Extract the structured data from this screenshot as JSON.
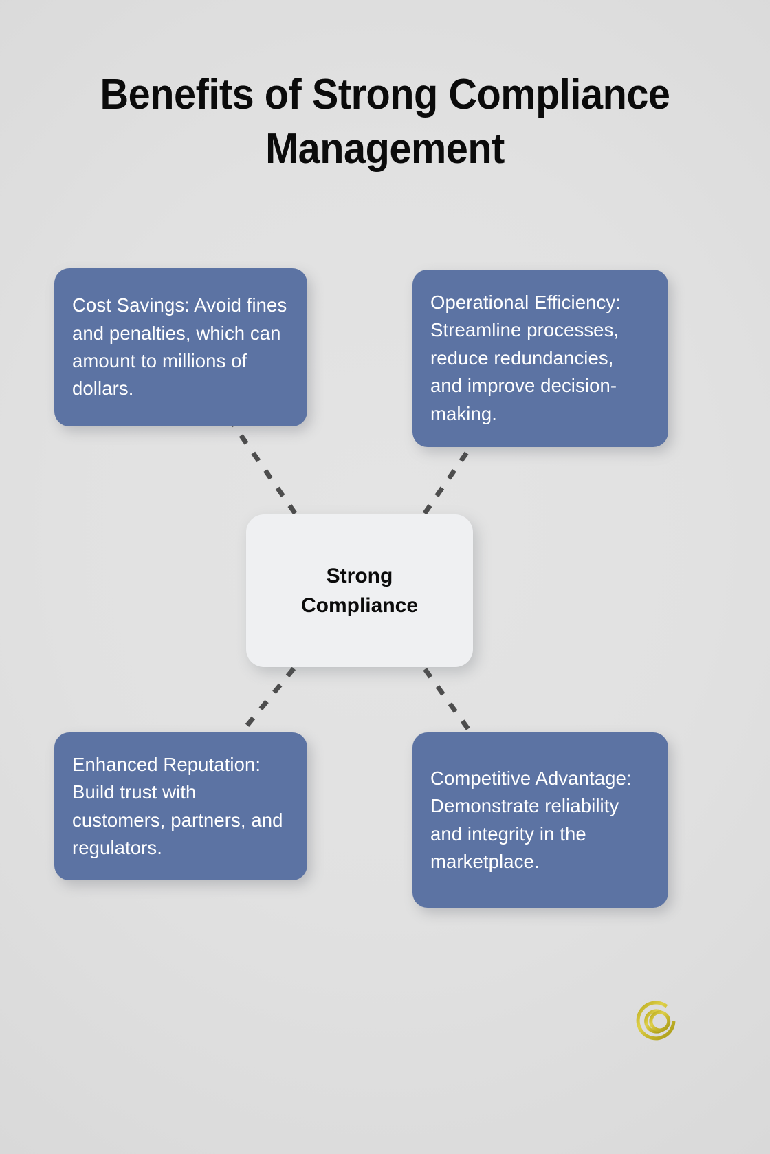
{
  "page": {
    "title": "Benefits of Strong Compliance Management",
    "background_color": "#e0e0e0"
  },
  "center": {
    "label": "Strong\nCompliance",
    "fill_color": "#eff0f2",
    "text_color": "#0b0b0b"
  },
  "theme": {
    "node_fill": "#5c73a3",
    "node_text": "#ffffff",
    "connector_color": "#4d4d4d",
    "logo_gold": "#c9b92a"
  },
  "nodes": [
    {
      "id": "cost-savings",
      "position": "top-left",
      "text": "Cost Savings: Avoid fines and penalties, which can amount to millions of dollars."
    },
    {
      "id": "operational-efficiency",
      "position": "top-right",
      "text": "Operational Efficiency: Streamline processes, reduce redundancies, and improve decision-making."
    },
    {
      "id": "enhanced-reputation",
      "position": "bottom-left",
      "text": "Enhanced Reputation: Build trust with customers, partners, and regulators."
    },
    {
      "id": "competitive-advantage",
      "position": "bottom-right",
      "text": "Competitive Advantage: Demonstrate reliability and integrity in the marketplace."
    }
  ],
  "logo": {
    "name": "cq-monogram-logo",
    "color": "#c9b92a"
  }
}
